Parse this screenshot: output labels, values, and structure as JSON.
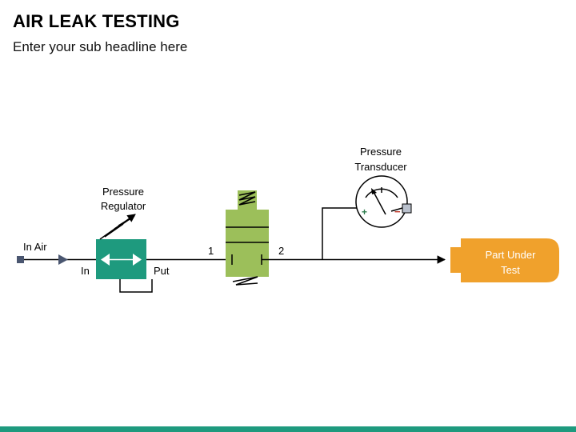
{
  "title": "AIR LEAK TESTING",
  "subtitle": "Enter your sub headline here",
  "labels": {
    "in_air": "In Air",
    "in": "In",
    "out": "Put",
    "pressure_regulator_line1": "Pressure",
    "pressure_regulator_line2": "Regulator",
    "port_1": "1",
    "port_2": "2",
    "pressure_transducer_line1": "Pressure",
    "pressure_transducer_line2": "Transducer",
    "transducer_plus": "+",
    "transducer_minus": "−",
    "part_under_test_line1": "Part Under",
    "part_under_test_line2": "Test"
  },
  "colors": {
    "regulator": "#1e9a7e",
    "valve": "#9cbf5a",
    "part_under_test": "#f0a12c",
    "source_marker": "#4a5670",
    "transducer_port": "#b9c0cc",
    "plus": "#2e7d4e",
    "minus": "#c0392b",
    "bottom_bar": "#1e9a7e"
  }
}
